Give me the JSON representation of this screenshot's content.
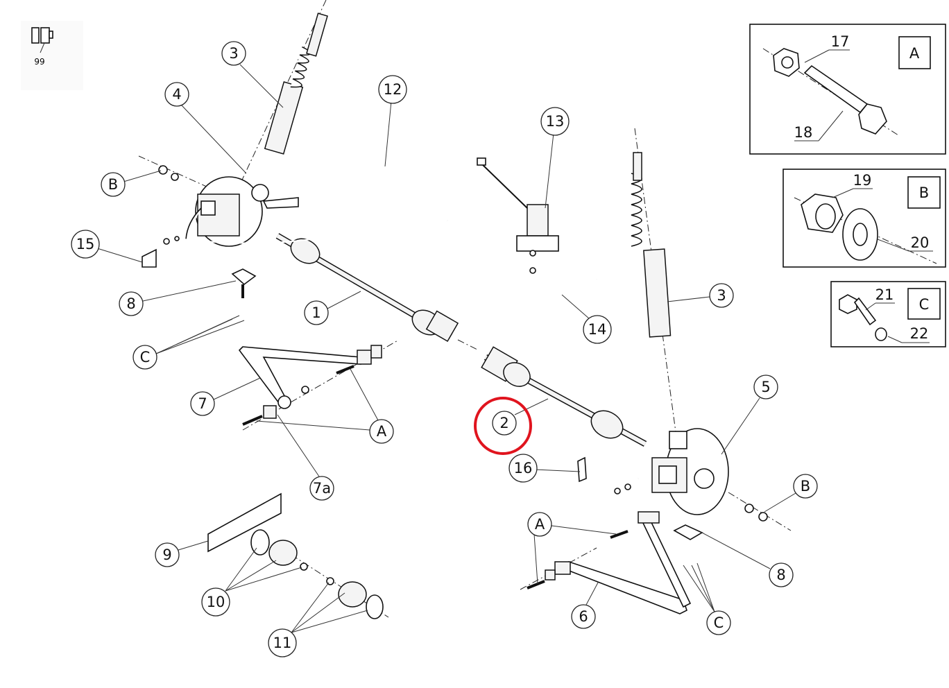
{
  "thumbnail": {
    "label": "99",
    "icon": "bearing-icon"
  },
  "callouts_left": [
    "3",
    "4",
    "12",
    "B",
    "15",
    "8",
    "1",
    "C",
    "7",
    "A",
    "7a",
    "9",
    "10",
    "11"
  ],
  "callouts_right": [
    "13",
    "14",
    "3",
    "5",
    "2",
    "16",
    "B",
    "A",
    "8",
    "6",
    "C"
  ],
  "highlighted_callout": "2",
  "highlight_color": "#e0141e",
  "detail_boxes": {
    "A": {
      "label": "A",
      "parts": [
        "17",
        "18"
      ]
    },
    "B": {
      "label": "B",
      "parts": [
        "19",
        "20"
      ]
    },
    "C": {
      "label": "C",
      "parts": [
        "21",
        "22"
      ]
    }
  }
}
